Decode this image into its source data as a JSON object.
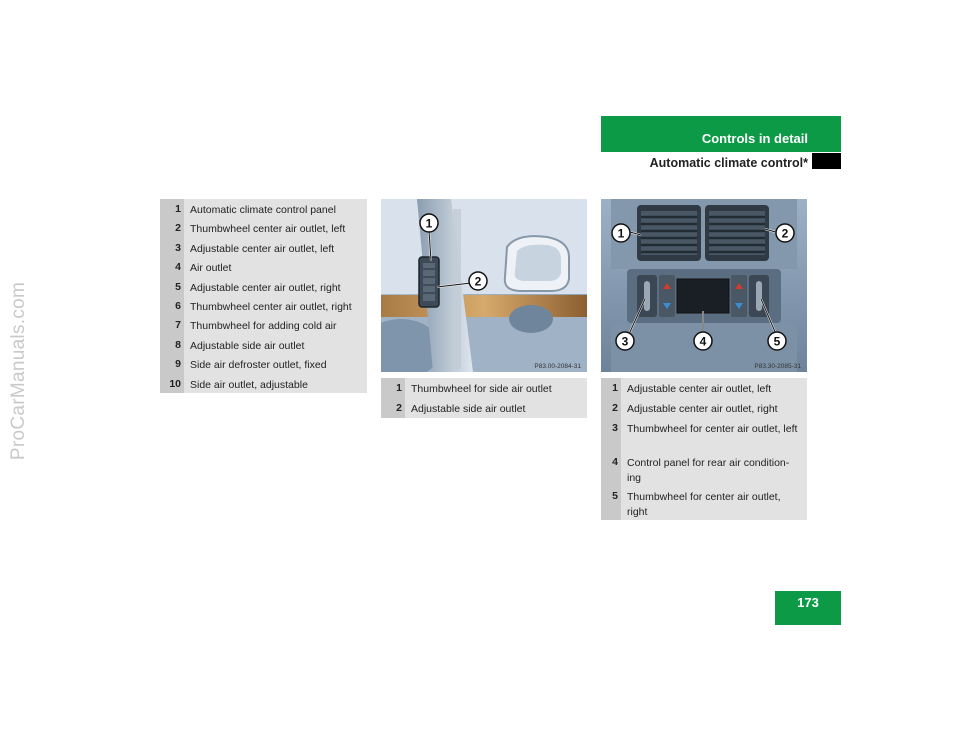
{
  "watermark": "ProCarManuals.com",
  "header": {
    "section_title": "Controls in detail",
    "subtitle": "Automatic climate control*"
  },
  "page_number": "173",
  "table1": {
    "rows": [
      {
        "num": "1",
        "text": "Automatic climate control panel"
      },
      {
        "num": "2",
        "text": "Thumbwheel center air outlet, left"
      },
      {
        "num": "3",
        "text": "Adjustable center air outlet, left"
      },
      {
        "num": "4",
        "text": "Air outlet"
      },
      {
        "num": "5",
        "text": "Adjustable center air outlet, right"
      },
      {
        "num": "6",
        "text": "Thumbwheel center air outlet, right"
      },
      {
        "num": "7",
        "text": "Thumbwheel for adding cold air"
      },
      {
        "num": "8",
        "text": "Adjustable side air outlet"
      },
      {
        "num": "9",
        "text": "Side air defroster outlet, fixed"
      },
      {
        "num": "10",
        "text": "Side air outlet, adjustable"
      }
    ]
  },
  "photo_left": {
    "code": "P83.00-2084-31",
    "callouts": [
      "1",
      "2"
    ]
  },
  "table2": {
    "rows": [
      {
        "num": "1",
        "text": "Thumbwheel for side air outlet"
      },
      {
        "num": "2",
        "text": "Adjustable side air outlet"
      }
    ]
  },
  "photo_right": {
    "code": "P83.30-2085-31",
    "callouts": [
      "1",
      "2",
      "3",
      "4",
      "5"
    ]
  },
  "table3": {
    "rows": [
      {
        "num": "1",
        "text": "Adjustable center air outlet, left"
      },
      {
        "num": "2",
        "text": "Adjustable center air outlet, right"
      },
      {
        "num": "3",
        "text": "Thumbwheel for center air outlet, left"
      },
      {
        "num": "4",
        "text": "Control panel for rear air condition-ing"
      },
      {
        "num": "5",
        "text": "Thumbwheel for center air outlet, right"
      }
    ]
  },
  "colors": {
    "accent_green": "#0d9a46",
    "table_bg": "#e2e2e2",
    "table_num_bg": "#c9c9c9"
  }
}
